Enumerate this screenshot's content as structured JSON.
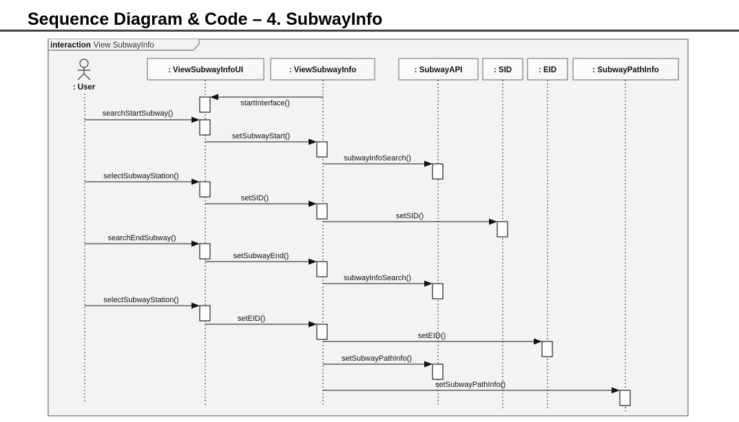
{
  "title": "Sequence Diagram & Code – 4. SubwayInfo",
  "frame": {
    "keyword": "interaction",
    "name": "View SubwayInfo"
  },
  "actor": {
    "name": ": User"
  },
  "lifelines": [
    {
      "id": "ui",
      "label": ": ViewSubwayInfoUI"
    },
    {
      "id": "vsi",
      "label": ": ViewSubwayInfo"
    },
    {
      "id": "api",
      "label": ": SubwayAPI"
    },
    {
      "id": "sid",
      "label": ": SID"
    },
    {
      "id": "eid",
      "label": ": EID"
    },
    {
      "id": "spi",
      "label": ": SubwayPathInfo"
    }
  ],
  "messages": [
    {
      "from": "vsi",
      "to": "ui",
      "label": "startInterface()"
    },
    {
      "from": "user",
      "to": "ui",
      "label": "searchStartSubway()"
    },
    {
      "from": "ui",
      "to": "vsi",
      "label": "setSubwayStart()"
    },
    {
      "from": "vsi",
      "to": "api",
      "label": "subwayInfoSearch()"
    },
    {
      "from": "user",
      "to": "ui",
      "label": "selectSubwayStation()"
    },
    {
      "from": "ui",
      "to": "vsi",
      "label": "setSID()"
    },
    {
      "from": "vsi",
      "to": "sid",
      "label": "setSID()"
    },
    {
      "from": "user",
      "to": "ui",
      "label": "searchEndSubway()"
    },
    {
      "from": "ui",
      "to": "vsi",
      "label": "setSubwayEnd()"
    },
    {
      "from": "vsi",
      "to": "api",
      "label": "subwayInfoSearch()"
    },
    {
      "from": "user",
      "to": "ui",
      "label": "selectSubwayStation()"
    },
    {
      "from": "ui",
      "to": "vsi",
      "label": "setEID()"
    },
    {
      "from": "vsi",
      "to": "eid",
      "label": "setEID()"
    },
    {
      "from": "vsi",
      "to": "api",
      "label": "setSubwayPathInfo()"
    },
    {
      "from": "vsi",
      "to": "spi",
      "label": "setSubwayPathInfo()"
    }
  ]
}
